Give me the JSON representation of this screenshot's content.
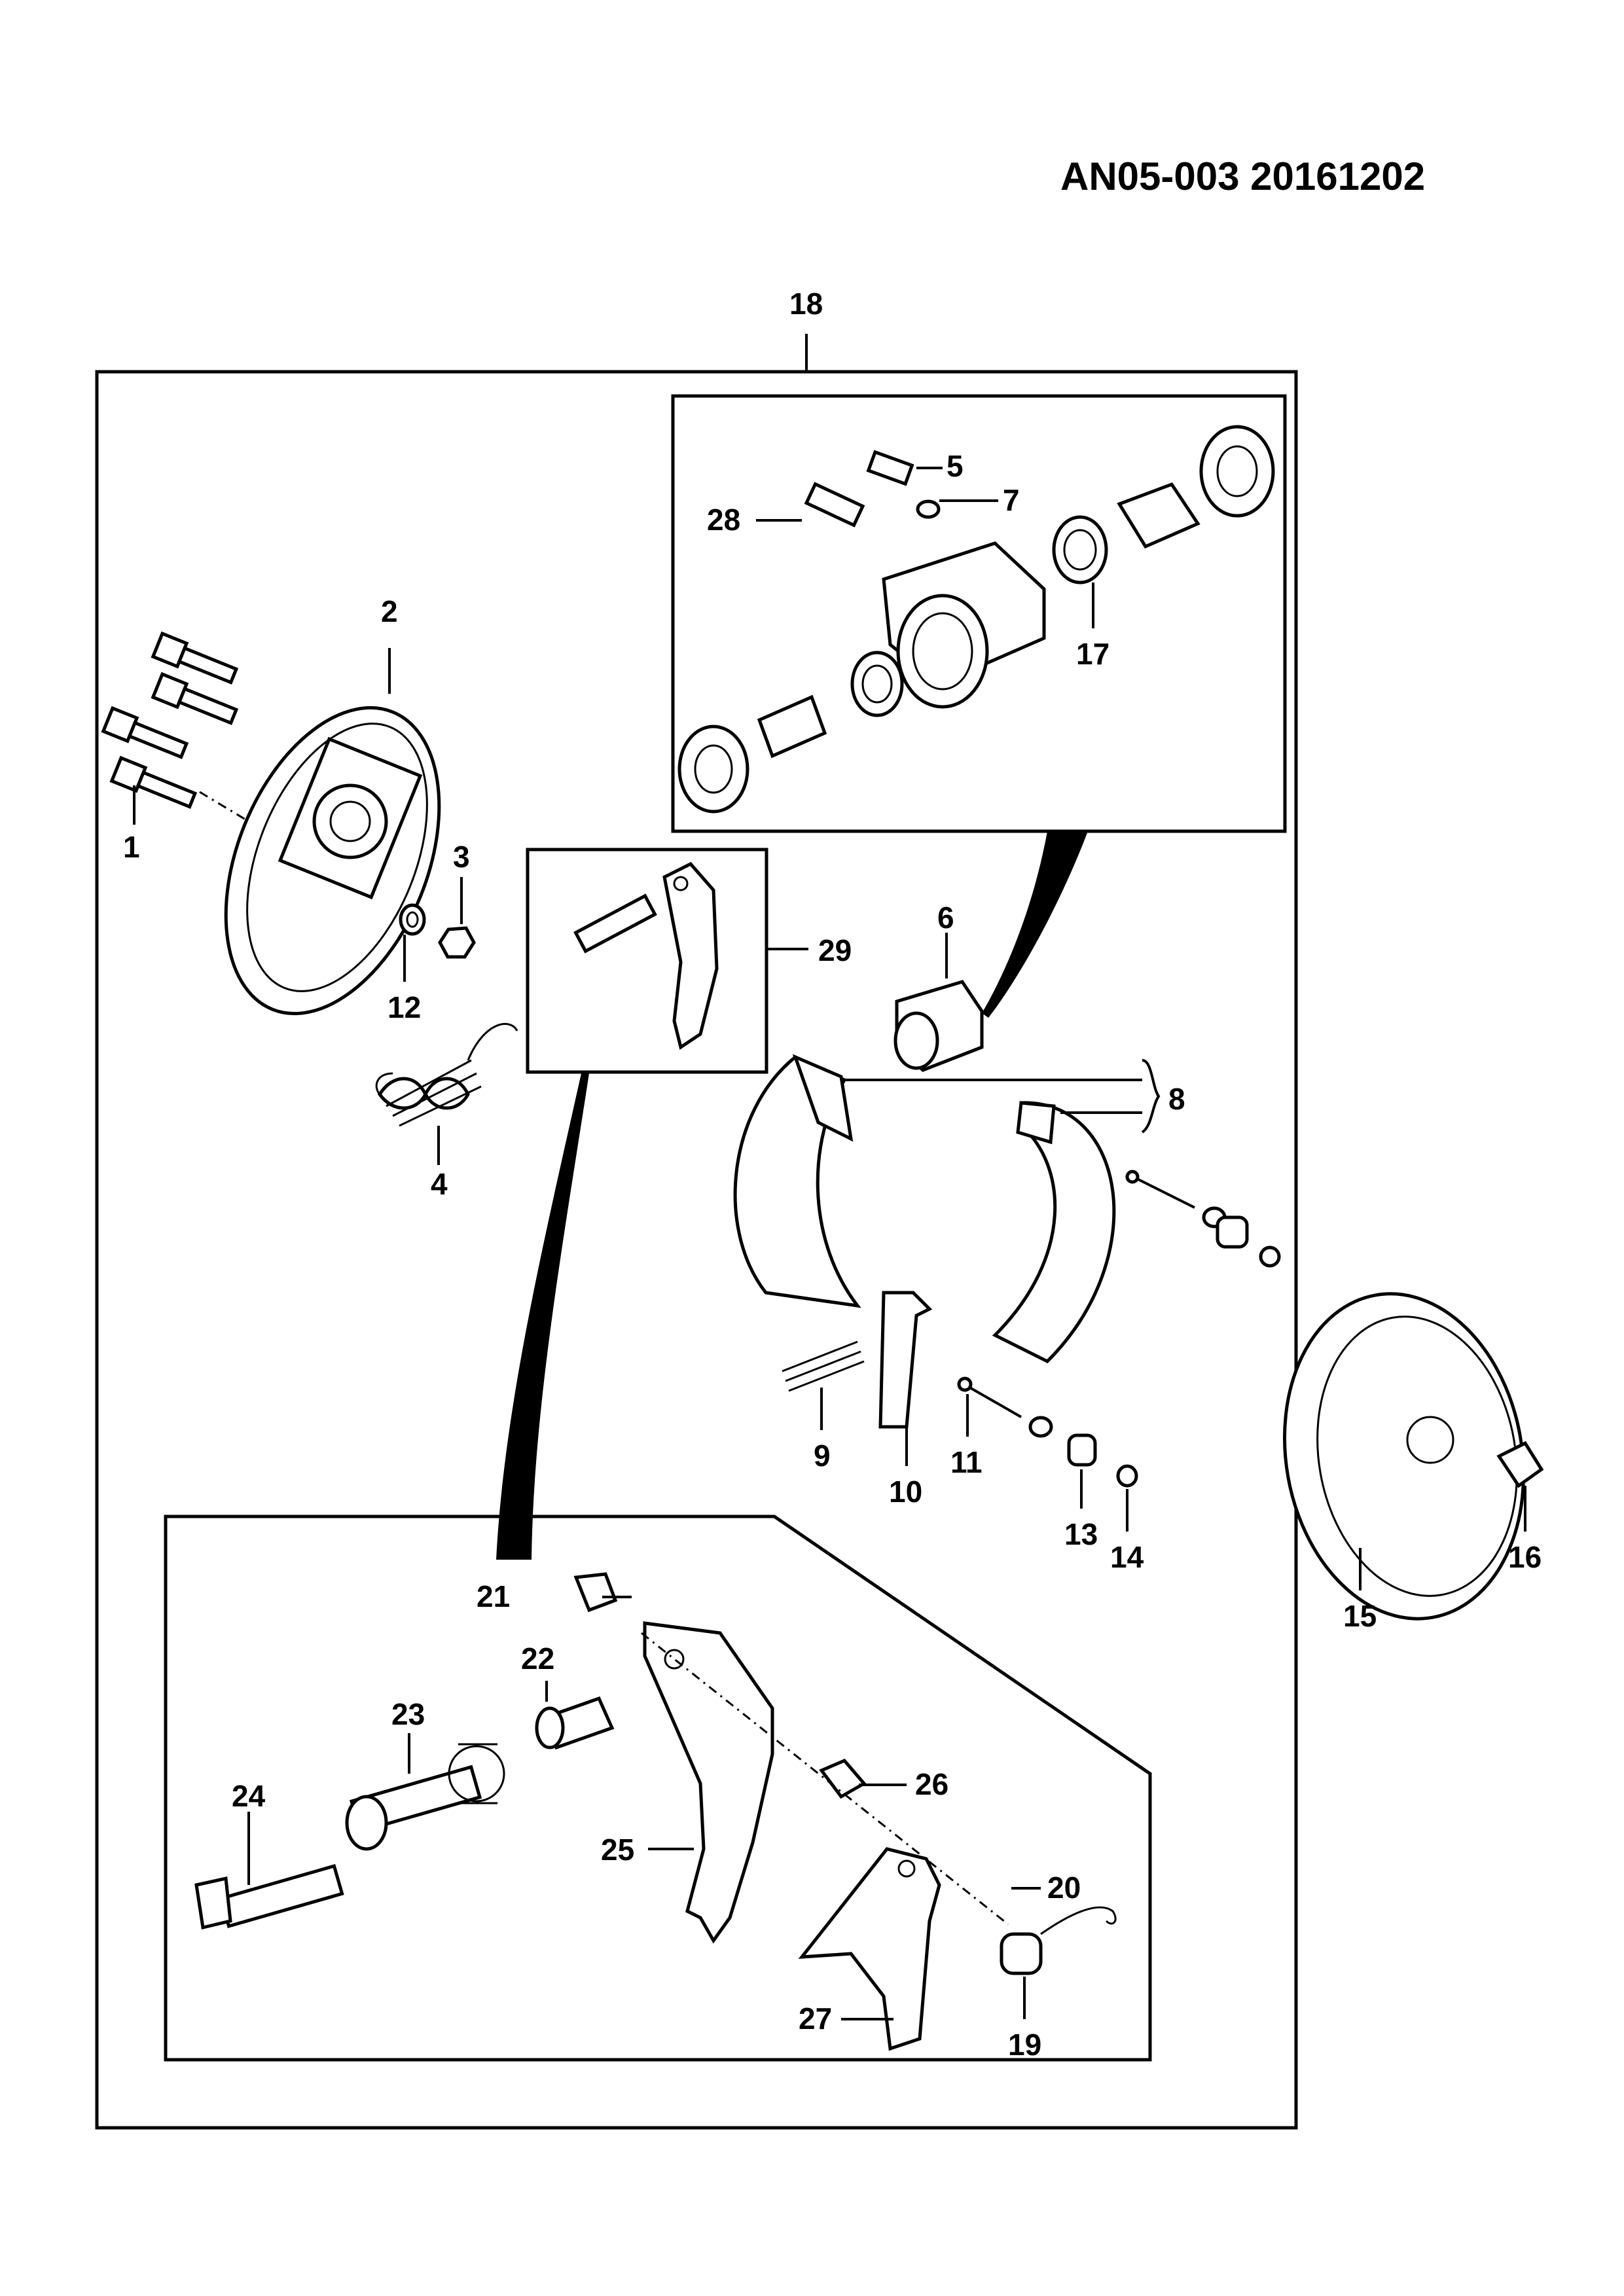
{
  "document": {
    "id_stamp": "AN05-003  20161202"
  },
  "callouts": {
    "c1": "1",
    "c2": "2",
    "c3": "3",
    "c4": "4",
    "c5": "5",
    "c6": "6",
    "c7": "7",
    "c8": "8",
    "c9": "9",
    "c10": "10",
    "c11": "11",
    "c12": "12",
    "c13": "13",
    "c14": "14",
    "c15": "15",
    "c16": "16",
    "c17": "17",
    "c18": "18",
    "c19": "19",
    "c20": "20",
    "c21": "21",
    "c22": "22",
    "c23": "23",
    "c24": "24",
    "c25": "25",
    "c26": "26",
    "c27": "27",
    "c28": "28",
    "c29": "29"
  }
}
